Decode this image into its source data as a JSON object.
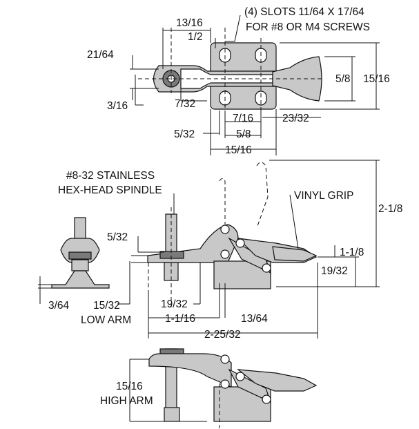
{
  "top_view": {
    "slots_note_line1": "(4) SLOTS 11/64 X 17/64",
    "slots_note_line2": "FOR #8 OR M4 SCREWS",
    "dim_13_16": "13/16",
    "dim_1_2": "1/2",
    "dim_21_64": "21/64",
    "dim_3_16": "3/16",
    "dim_7_32": "7/32",
    "dim_5_8_v": "5/8",
    "dim_15_16_v": "15/16",
    "dim_7_16": "7/16",
    "dim_23_32": "23/32",
    "dim_5_32": "5/32",
    "dim_5_8_h": "5/8",
    "dim_15_16_h": "15/16"
  },
  "side_view": {
    "spindle_line1": "#8-32 STAINLESS",
    "spindle_line2": "HEX-HEAD SPINDLE",
    "vinyl_grip": "VINYL GRIP",
    "dim_2_1_8": "2-1/8",
    "dim_5_32": "5/32",
    "dim_1_1_8": "1-1/8",
    "dim_19_32_right": "19/32",
    "dim_3_64": "3/64",
    "dim_15_32": "15/32",
    "dim_19_32": "19/32",
    "low_arm": "LOW ARM",
    "dim_1_1_16": "1-1/16",
    "dim_13_64": "13/64",
    "dim_2_25_32": "2-25/32"
  },
  "high_arm_view": {
    "dim_15_16": "15/16",
    "high_arm": "HIGH ARM"
  }
}
